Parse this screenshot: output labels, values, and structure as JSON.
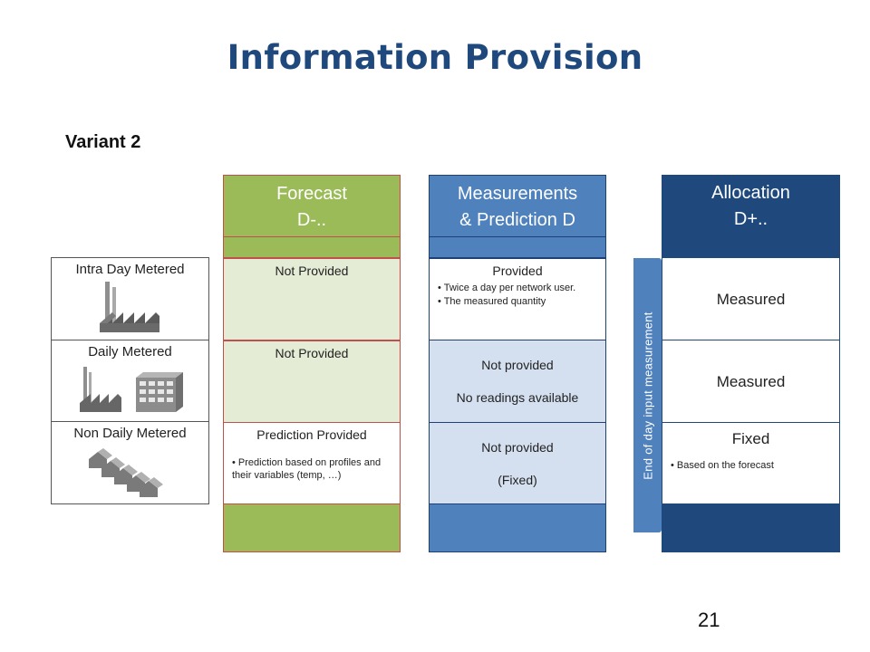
{
  "title": "Information Provision",
  "variant": "Variant 2",
  "page_number": "21",
  "rows": [
    {
      "label": "Intra Day Metered",
      "icon": "factory-icon"
    },
    {
      "label": "Daily Metered",
      "icon": "factory-office-icon"
    },
    {
      "label": "Non Daily Metered",
      "icon": "houses-icon"
    }
  ],
  "columns": {
    "forecast": {
      "head_line1": "Forecast",
      "head_line2": "D-..",
      "cells": [
        {
          "heading": "Not Provided"
        },
        {
          "heading": "Not Provided"
        },
        {
          "heading": "Prediction Provided",
          "bullet": "• Prediction based on profiles and their variables (temp, …)"
        }
      ]
    },
    "measurements": {
      "head_line1": "Measurements",
      "head_line2": "& Prediction D",
      "cells": [
        {
          "heading": "Provided",
          "bullets": [
            "• Twice a day per network user.",
            "• The measured quantity"
          ]
        },
        {
          "line1": "Not provided",
          "line2": "No readings available"
        },
        {
          "line1": "Not provided",
          "line2": "(Fixed)"
        }
      ]
    },
    "allocation": {
      "head_line1": "Allocation",
      "head_line2": "D+..",
      "side_label": "End of day input measurement",
      "cells": [
        {
          "heading": "Measured"
        },
        {
          "heading": "Measured"
        },
        {
          "heading": "Fixed",
          "bullet": "• Based on the forecast"
        }
      ]
    }
  },
  "colors": {
    "title": "#1f497d",
    "forecast": "#9bbb59",
    "forecast_light": "#e4ecd6",
    "measurements": "#4f81bd",
    "measurements_light": "#d4e0ef",
    "allocation": "#1f497d"
  }
}
